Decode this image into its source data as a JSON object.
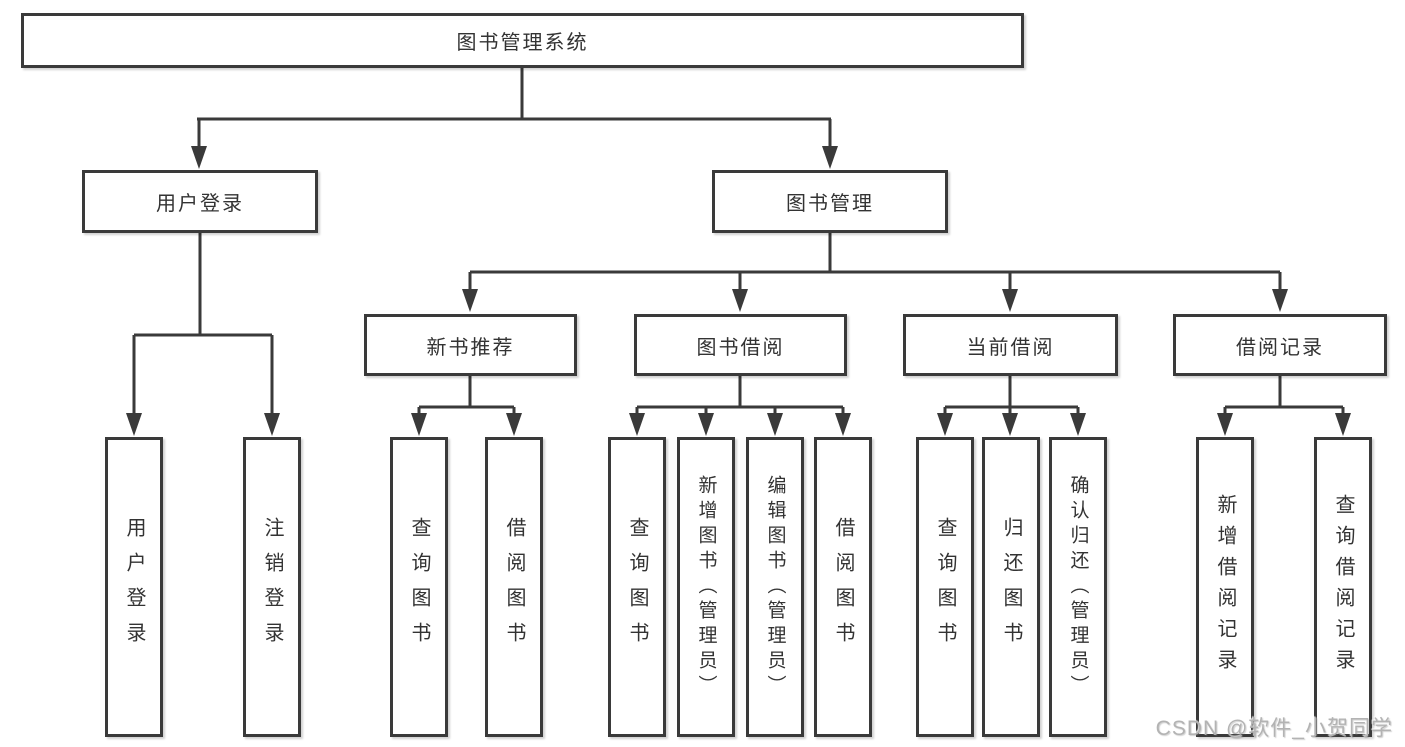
{
  "diagram": {
    "root": {
      "label": "图书管理系统"
    },
    "level2": [
      {
        "label": "用户登录"
      },
      {
        "label": "图书管理"
      }
    ],
    "level3": [
      {
        "label": "新书推荐"
      },
      {
        "label": "图书借阅"
      },
      {
        "label": "当前借阅"
      },
      {
        "label": "借阅记录"
      }
    ],
    "leaves": {
      "user_login": [
        {
          "label": "用户登录"
        },
        {
          "label": "注销登录"
        }
      ],
      "new_books": [
        {
          "label": "查询图书"
        },
        {
          "label": "借阅图书"
        }
      ],
      "book_borrow": [
        {
          "label": "查询图书"
        },
        {
          "label": "新增图书（管理员）"
        },
        {
          "label": "编辑图书（管理员）"
        },
        {
          "label": "借阅图书"
        }
      ],
      "current_borrow": [
        {
          "label": "查询图书"
        },
        {
          "label": "归还图书"
        },
        {
          "label": "确认归还（管理员）"
        }
      ],
      "borrow_records": [
        {
          "label": "新增借阅记录"
        },
        {
          "label": "查询借阅记录"
        }
      ]
    }
  },
  "watermark": {
    "text": "CSDN @软件_小贺同学"
  },
  "colors": {
    "line": "#3a3a3a",
    "box_border": "#3a3a3a",
    "box_fill": "#ffffff",
    "text": "#333333",
    "watermark": "#b3b3b3",
    "background": "#ffffff"
  }
}
